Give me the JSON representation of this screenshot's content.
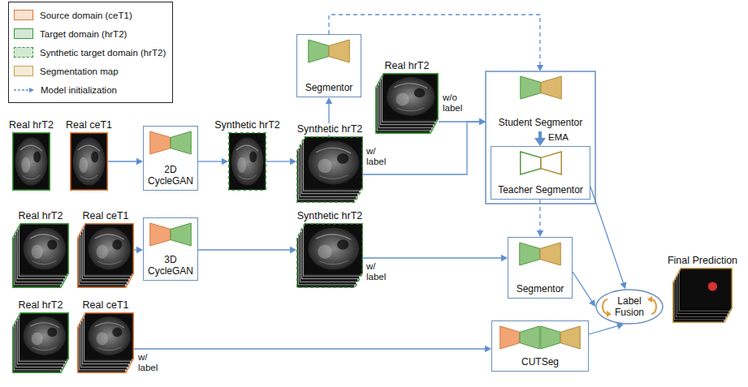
{
  "diagram": {
    "nodes": [
      {
        "text": [
          "Real hrT2"
        ]
      },
      {
        "text": [
          "Real ceT1"
        ]
      },
      {
        "text": [
          "2D CycleGAN"
        ]
      },
      {
        "text": [
          "Synthetic hrT2"
        ]
      },
      {
        "text": [
          "Segmentor"
        ]
      },
      {
        "text": [
          "Synthetic hrT2"
        ]
      },
      {
        "text": [
          "Real hrT2"
        ]
      },
      {
        "text": [
          "Student Segmentor"
        ]
      },
      {
        "text": [
          "Teacher Segmentor"
        ]
      },
      {
        "text": [
          "Real hrT2"
        ]
      },
      {
        "text": [
          "Real ceT1"
        ]
      },
      {
        "text": [
          "3D CycleGAN"
        ]
      },
      {
        "text": [
          "Synthetic hrT2"
        ]
      },
      {
        "text": [
          "Segmentor"
        ]
      },
      {
        "text": [
          "Label Fusion"
        ]
      },
      {
        "text": [
          "Final Prediction"
        ]
      },
      {
        "text": [
          "Real hrT2"
        ]
      },
      {
        "text": [
          "Real ceT1"
        ]
      },
      {
        "text": [
          "CUTSeg"
        ]
      }
    ],
    "edges": [
      {
        "from": 1,
        "to": 2,
        "arrow": "to"
      },
      {
        "from": 2,
        "to": 3,
        "arrow": "to"
      },
      {
        "from": 3,
        "to": 5,
        "arrow": "to"
      },
      {
        "from": 5,
        "to": 4,
        "arrow": "to"
      },
      {
        "from": 5,
        "to": 7,
        "arrow": "to"
      },
      {
        "from": 6,
        "to": 7,
        "arrow": "to"
      },
      {
        "from": 4,
        "to": 7,
        "arrow": "to"
      },
      {
        "from": 7,
        "to": 8,
        "label": "EMA",
        "arrow": "to"
      },
      {
        "from": 8,
        "to": 13,
        "arrow": "to"
      },
      {
        "from": 8,
        "to": 14,
        "arrow": "to"
      },
      {
        "from": 10,
        "to": 11,
        "arrow": "to"
      },
      {
        "from": 11,
        "to": 12,
        "arrow": "to"
      },
      {
        "from": 12,
        "to": 13,
        "arrow": "to"
      },
      {
        "from": 13,
        "to": 14,
        "arrow": "to"
      },
      {
        "from": 17,
        "to": 18,
        "arrow": "to"
      },
      {
        "from": 18,
        "to": 14,
        "arrow": "to"
      }
    ],
    "labels": [
      "w/ label",
      "w/o label",
      "w/ label",
      "w/ label"
    ],
    "legend": [
      {
        "text": "Source domain (ceT1)",
        "color": "#e07b39"
      },
      {
        "text": "Target domain (hrT2)",
        "color": "#3a9a3a"
      },
      {
        "text": "Synthetic target domain (hrT2)",
        "color": "#3a9a3a"
      },
      {
        "text": "Segmentation map",
        "color": "#c9a04a"
      },
      {
        "text": "Model initialization"
      }
    ]
  }
}
